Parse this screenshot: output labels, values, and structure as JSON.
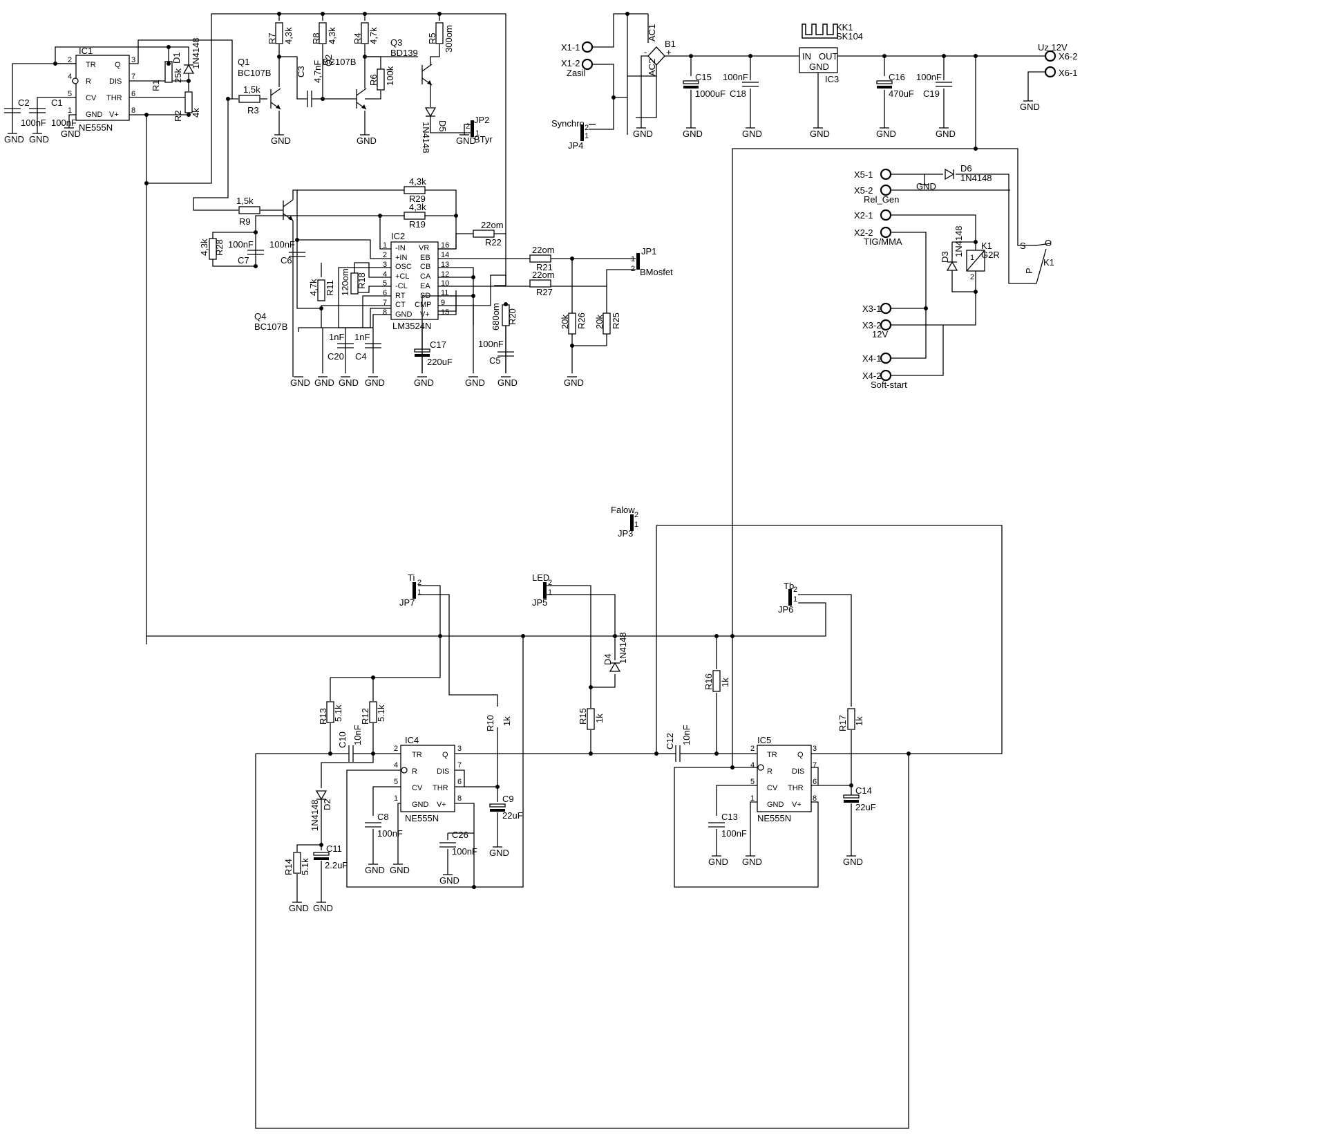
{
  "ic1": {
    "ref": "IC1",
    "part": "NE555N",
    "pins": [
      "TR",
      "R",
      "CV",
      "GND",
      "Q",
      "DIS",
      "THR",
      "V+"
    ],
    "nums": [
      "2",
      "4",
      "5",
      "1",
      "3",
      "7",
      "6",
      "8"
    ]
  },
  "ic4": {
    "ref": "IC4",
    "part": "NE555N",
    "pins": [
      "TR",
      "R",
      "CV",
      "GND",
      "Q",
      "DIS",
      "THR",
      "V+"
    ],
    "nums": [
      "2",
      "4",
      "5",
      "1",
      "3",
      "7",
      "6",
      "8"
    ]
  },
  "ic5": {
    "ref": "IC5",
    "part": "NE555N",
    "pins": [
      "TR",
      "R",
      "CV",
      "GND",
      "Q",
      "DIS",
      "THR",
      "V+"
    ],
    "nums": [
      "2",
      "4",
      "5",
      "1",
      "3",
      "7",
      "6",
      "8"
    ]
  },
  "ic2": {
    "ref": "IC2",
    "part": "LM3524N",
    "left": [
      "-IN",
      "+IN",
      "OSC",
      "+CL",
      "-CL",
      "RT",
      "CT",
      "GND"
    ],
    "right": [
      "VR",
      "EB",
      "CB",
      "CA",
      "EA",
      "SD",
      "CMP",
      "V+"
    ],
    "lnums": [
      "1",
      "2",
      "3",
      "4",
      "5",
      "6",
      "7",
      "8"
    ],
    "rnums": [
      "16",
      "14",
      "13",
      "12",
      "10",
      "11",
      "9",
      "15"
    ]
  },
  "ic3": {
    "ref": "IC3",
    "in": "IN",
    "out": "OUT",
    "gnd": "GND"
  },
  "kk1": {
    "ref": "KK1",
    "part": "SK104"
  },
  "b1": {
    "ref": "B1",
    "ac1": "AC1",
    "ac2": "AC2",
    "minus": "-",
    "plus": "+"
  },
  "parts": {
    "r1": [
      "R1",
      "25k"
    ],
    "r2": [
      "R2",
      "4k"
    ],
    "r3": [
      "R3",
      "1,5k"
    ],
    "r4": [
      "R4",
      "4,7k"
    ],
    "r5": [
      "R5",
      "300om"
    ],
    "r6": [
      "R6",
      "100k"
    ],
    "r7": [
      "R7",
      "4,3k"
    ],
    "r8": [
      "R8",
      "4,3k"
    ],
    "r9": [
      "R9",
      "1,5k"
    ],
    "r10": [
      "R10",
      "1k"
    ],
    "r11": [
      "R11",
      "4,7k"
    ],
    "r12": [
      "R12",
      "5.1k"
    ],
    "r13": [
      "R13",
      "5.1k"
    ],
    "r14": [
      "R14",
      "5.1k"
    ],
    "r15": [
      "R15",
      "1k"
    ],
    "r16": [
      "R16",
      "1k"
    ],
    "r17": [
      "R17",
      "1k"
    ],
    "r19": [
      "R19",
      "4,3k"
    ],
    "r20": [
      "R20",
      "680om"
    ],
    "r21": [
      "R21",
      "22om"
    ],
    "r22": [
      "R22",
      "22om"
    ],
    "r25": [
      "R25",
      "20k"
    ],
    "r26": [
      "R26",
      "20k"
    ],
    "r27": [
      "R27",
      "22om"
    ],
    "r28": [
      "R28",
      "4,3k"
    ],
    "r29": [
      "R29",
      "4,3k"
    ],
    "r18": [
      "R18",
      "120om"
    ],
    "c1": [
      "C1",
      "100nF"
    ],
    "c2": [
      "C2",
      "100nF"
    ],
    "c3": [
      "C3",
      "4,7nF"
    ],
    "c4": [
      "C4",
      "1nF"
    ],
    "c5": [
      "C5",
      "100nF"
    ],
    "c6": [
      "C6",
      "100nF"
    ],
    "c7": [
      "C7",
      "100nF"
    ],
    "c8": [
      "C8",
      "100nF"
    ],
    "c9": [
      "C9",
      "22uF"
    ],
    "c10": [
      "C10",
      "10nF"
    ],
    "c11": [
      "C11",
      "2.2uF"
    ],
    "c12": [
      "C12",
      "10nF"
    ],
    "c13": [
      "C13",
      "100nF"
    ],
    "c14": [
      "C14",
      "22uF"
    ],
    "c15": [
      "C15",
      "1000uF"
    ],
    "c16": [
      "C16",
      "470uF"
    ],
    "c17": [
      "C17",
      "220uF"
    ],
    "c18": [
      "C18",
      "100nF"
    ],
    "c19": [
      "C19",
      "100nF"
    ],
    "c20": [
      "C20",
      "1nF"
    ],
    "c26": [
      "C26",
      "100nF"
    ],
    "d1": [
      "D1",
      "1N4148"
    ],
    "d2": [
      "D2",
      "1N4148"
    ],
    "d3": [
      "D3",
      "1N4148"
    ],
    "d4": [
      "D4",
      "1N4148"
    ],
    "d5": [
      "D5",
      "1N4148"
    ],
    "d6": [
      "D6",
      "1N4148"
    ],
    "q1": [
      "Q1",
      "BC107B"
    ],
    "q2": [
      "Q2",
      "BC107B"
    ],
    "q3": [
      "Q3",
      "BD139"
    ],
    "q4": [
      "Q4",
      "BC107B"
    ],
    "k1": [
      "K1",
      "G2R"
    ]
  },
  "jumpers": {
    "jp1": [
      "JP1",
      "BMosfet"
    ],
    "jp2": [
      "JP2",
      "BTyr"
    ],
    "jp3": [
      "JP3",
      "Falow"
    ],
    "jp4": [
      "JP4",
      "Synchro"
    ],
    "jp5": [
      "JP5",
      "LED"
    ],
    "jp6": [
      "JP6",
      "Tb"
    ],
    "jp7": [
      "JP7",
      "Ti"
    ]
  },
  "connectors": {
    "x1_1": "X1-1",
    "x1_2": "X1-2",
    "x2_1": "X2-1",
    "x2_2": "X2-2",
    "x3_1": "X3-1",
    "x3_2": "X3-2",
    "x4_1": "X4-1",
    "x4_2": "X4-2",
    "x5_1": "X5-1",
    "x5_2": "X5-2",
    "x6_1": "X6-1",
    "x6_2": "X6-2"
  },
  "net_labels": {
    "zasil": "Zasil",
    "uz": "Uz 12V",
    "rel_gen": "Rel_Gen",
    "tig": "TIG/MMA",
    "v12": "12V",
    "softstart": "Soft-start",
    "gnd": "GND"
  },
  "k1_contacts": {
    "s": "S",
    "o": "O",
    "p": "P"
  },
  "pin_nums": {
    "one": "1",
    "two": "2"
  }
}
